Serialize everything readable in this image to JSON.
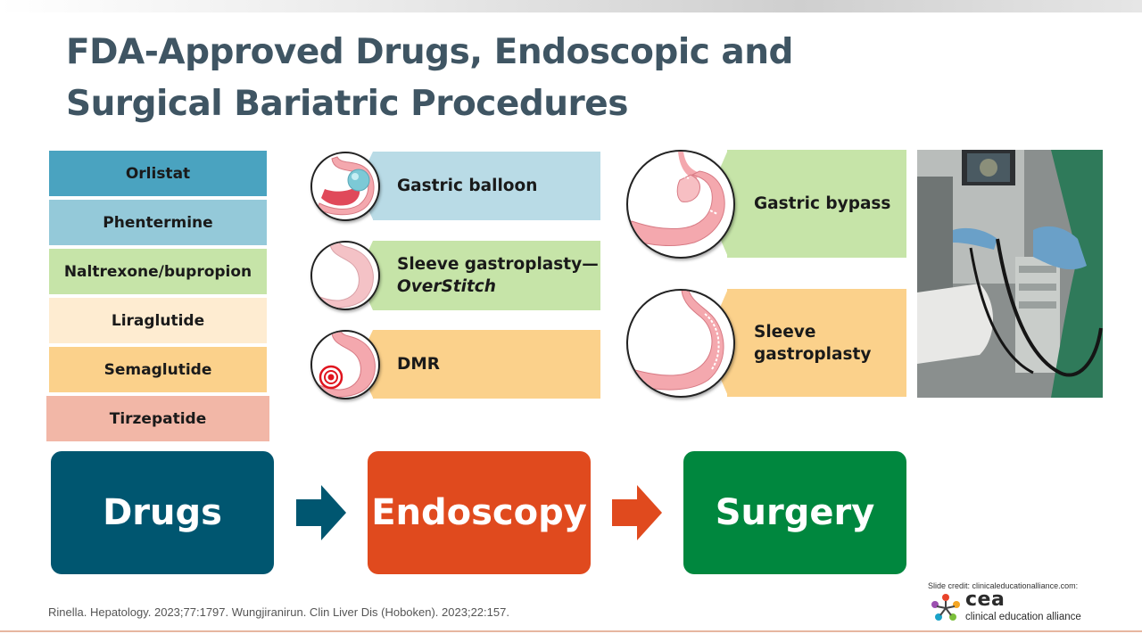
{
  "title": "FDA-Approved Drugs, Endoscopic and Surgical Bariatric Procedures",
  "drugs": [
    {
      "label": "Orlistat",
      "color": "#4aa3c0"
    },
    {
      "label": "Phentermine",
      "color": "#94c9d9"
    },
    {
      "label": "Naltrexone/bupropion",
      "color": "#c6e4a8"
    },
    {
      "label": "Liraglutide",
      "color": "#feecd1"
    },
    {
      "label": "Semaglutide",
      "color": "#fbd18b"
    },
    {
      "label": "Tirzepatide",
      "color": "#f2b7a7"
    }
  ],
  "endoscopic": [
    {
      "label": "Gastric balloon",
      "color": "#b9dbe6",
      "icon": "gastric-balloon-icon"
    },
    {
      "label": "Sleeve gastroplasty—",
      "label_italic": "OverStitch",
      "color": "#c6e4a8",
      "icon": "sleeve-gastroplasty-overstitch-icon"
    },
    {
      "label": "DMR",
      "color": "#fbd18b",
      "icon": "dmr-icon"
    }
  ],
  "surgical": [
    {
      "label": "Gastric bypass",
      "color": "#c6e4a8",
      "icon": "gastric-bypass-icon"
    },
    {
      "label": "Sleeve gastroplasty",
      "color": "#fbd18b",
      "icon": "sleeve-gastroplasty-icon"
    }
  ],
  "flow": [
    {
      "label": "Drugs",
      "color": "#005670"
    },
    {
      "label": "Endoscopy",
      "color": "#e04a1e"
    },
    {
      "label": "Surgery",
      "color": "#00873e"
    }
  ],
  "arrows": [
    {
      "color": "#005670"
    },
    {
      "color": "#e04a1e"
    }
  ],
  "references": "Rinella. Hepatology. 2023;77:1797.  Wungjiranirun. Clin Liver Dis (Hoboken).  2023;22:157.",
  "credit": "Slide credit: clinicaleducationalliance.com:",
  "logo": {
    "abbr": "cea",
    "name": "clinical education alliance"
  },
  "colors": {
    "title": "#3f5563"
  }
}
